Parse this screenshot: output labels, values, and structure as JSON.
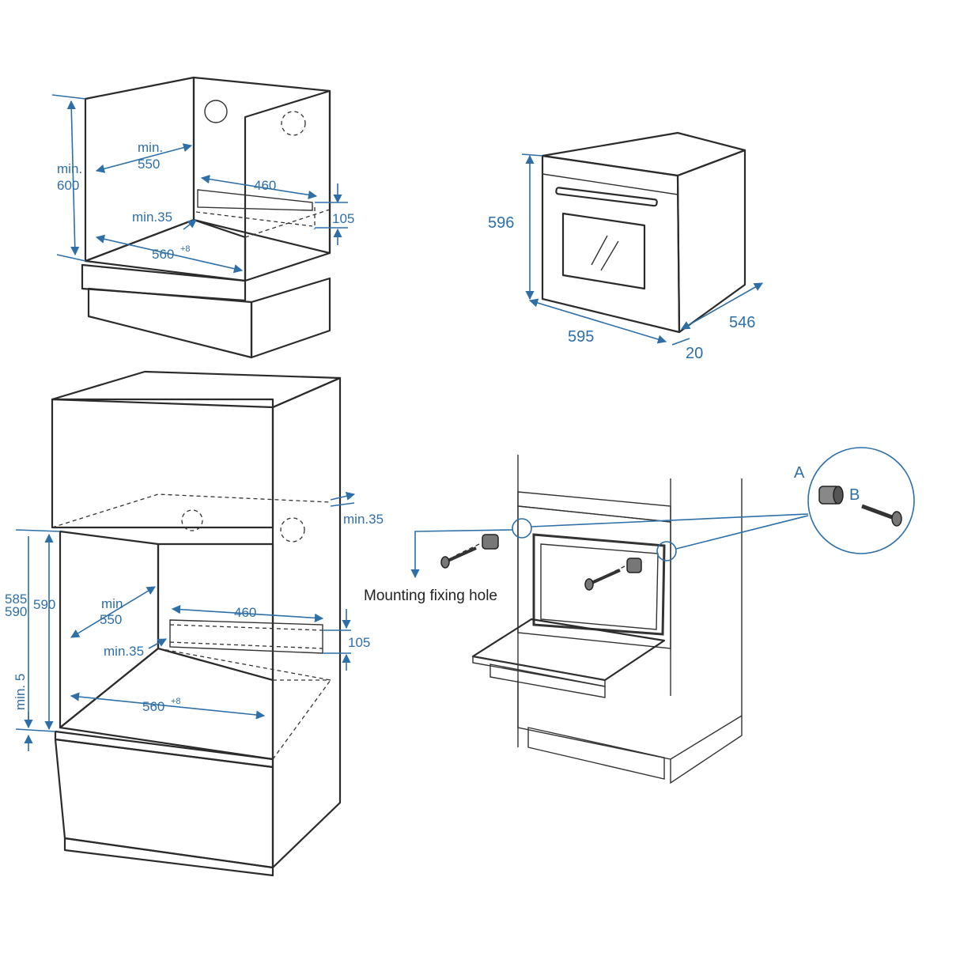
{
  "colors": {
    "dimension": "#2e6fa8",
    "line": "#2b2b2b",
    "panel": "#c9c9c9",
    "panel_dark": "#b3b3b3",
    "text_dark": "#222222"
  },
  "under_counter": {
    "height_label_1": "min.",
    "height_label_2": "600",
    "depth_label_1": "min.",
    "depth_label_2": "550",
    "cutout_width": "460",
    "cutout_height": "105",
    "gap_label": "min.35",
    "width_label": "560",
    "width_tolerance": "+8"
  },
  "oven": {
    "height": "596",
    "width": "595",
    "depth": "546",
    "front_depth": "20"
  },
  "tall_unit": {
    "top_gap": "min.35",
    "height_a": "585",
    "height_b": "590",
    "height_c": "590",
    "depth_label_1": "min",
    "depth_label_2": "550",
    "cutout_width": "460",
    "cutout_height": "105",
    "gap_label": "min.35",
    "width_label": "560",
    "width_tolerance": "+8",
    "base_gap": "min. 5"
  },
  "mounting": {
    "callout": "Mounting fixing hole",
    "part_a": "A",
    "part_b": "B"
  }
}
